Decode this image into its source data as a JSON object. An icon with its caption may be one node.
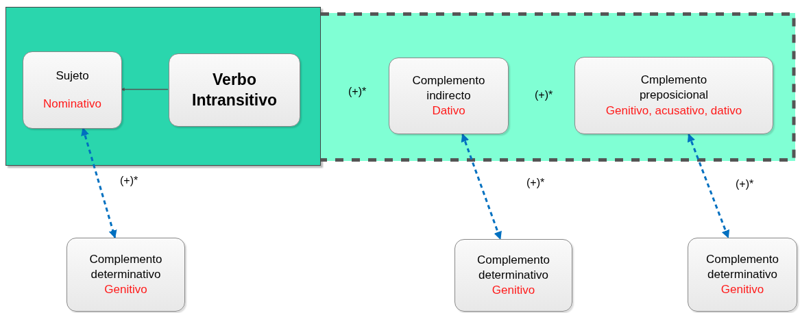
{
  "diagram": {
    "nodes": [
      {
        "text": [],
        "shape": "box"
      },
      {
        "text": [
          "Sujeto",
          "Nominativo"
        ],
        "in": 0
      },
      {
        "text": [
          "Verbo Intransitivo"
        ],
        "in": 0
      },
      {
        "text": [],
        "shape": "box"
      },
      {
        "text": [
          "Complemento indirecto",
          "Dativo"
        ],
        "in": 3
      },
      {
        "text": [
          "Cmplemento preposicional",
          "Genitivo, acusativo, dativo"
        ],
        "in": 3
      },
      {
        "text": [
          "Complemento determinativo",
          "Genitivo"
        ]
      },
      {
        "text": [
          "Complemento determinativo",
          "Genitivo"
        ]
      },
      {
        "text": [
          "Complemento determinativo",
          "Genitivo"
        ]
      }
    ],
    "edges": [
      {
        "from": 2,
        "to": 1,
        "arrow": "to",
        "color": "#555555"
      },
      {
        "from": 1,
        "to": 6,
        "arrow": "both",
        "style": "dashed"
      },
      {
        "from": 4,
        "to": 7,
        "arrow": "both",
        "style": "dashed"
      },
      {
        "from": 5,
        "to": 8,
        "arrow": "both",
        "style": "dashed"
      }
    ],
    "labels": [
      "(+)*",
      "(+)*",
      "(+)*",
      "(+)*",
      "(+)*"
    ]
  }
}
